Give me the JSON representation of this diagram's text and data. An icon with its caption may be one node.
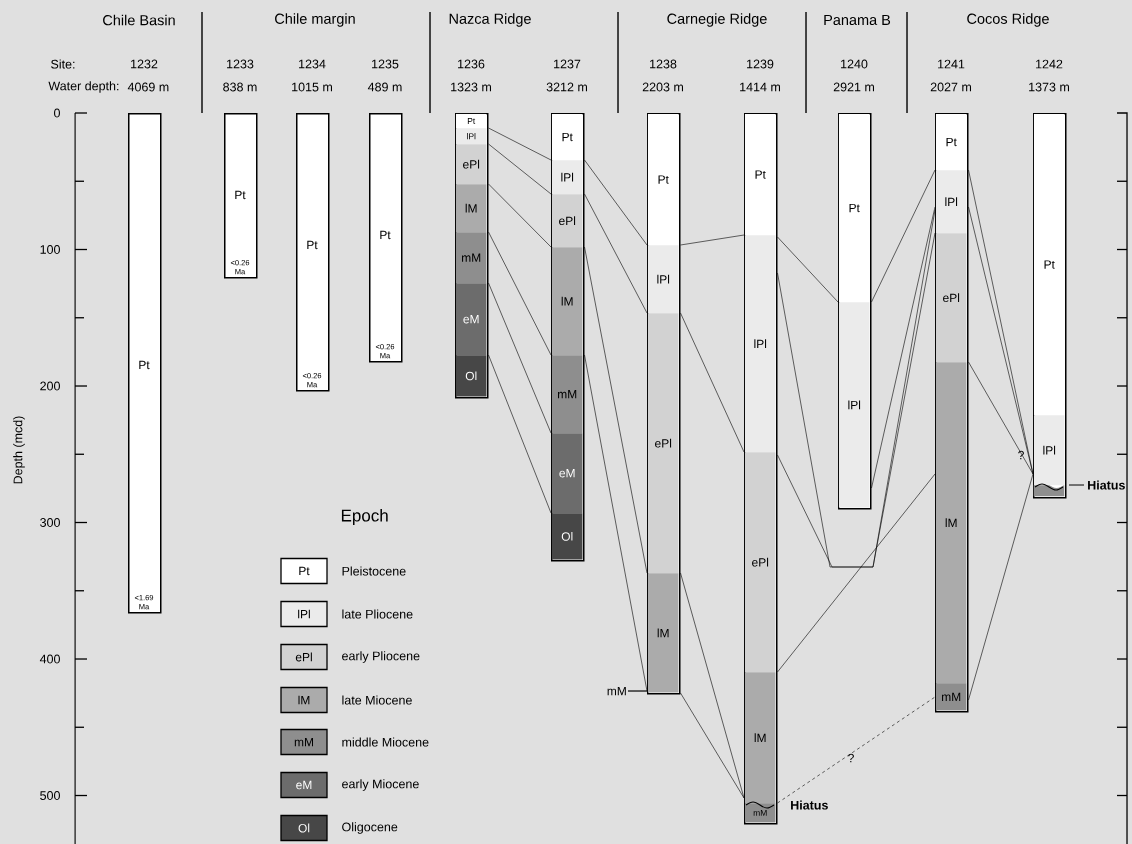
{
  "diagram": {
    "nodes": [
      {
        "text": [
          "Pt",
          "<1.69 Ma"
        ],
        "beside": [
          "1232",
          "4069 m"
        ]
      },
      {
        "text": [
          "Pt",
          "<0.26 Ma"
        ],
        "beside": [
          "1233",
          "838 m"
        ]
      },
      {
        "text": [
          "Pt",
          "<0.26 Ma"
        ],
        "beside": [
          "1234",
          "1015 m"
        ]
      },
      {
        "text": [
          "Pt",
          "<0.26 Ma"
        ],
        "beside": [
          "1235",
          "489 m"
        ]
      },
      {
        "text": [],
        "shape": "bar",
        "beside": [
          "1236",
          "1323 m"
        ]
      },
      {
        "text": [
          "Pt"
        ],
        "in": 4
      },
      {
        "text": [
          "lPl"
        ],
        "in": 4
      },
      {
        "text": [
          "ePl"
        ],
        "in": 4
      },
      {
        "text": [
          "lM"
        ],
        "in": 4
      },
      {
        "text": [
          "mM"
        ],
        "in": 4
      },
      {
        "text": [
          "eM"
        ],
        "in": 4
      },
      {
        "text": [
          "Ol"
        ],
        "in": 4
      },
      {
        "text": [],
        "shape": "bar",
        "beside": [
          "1237",
          "3212 m"
        ]
      },
      {
        "text": [
          "Pt"
        ],
        "in": 12
      },
      {
        "text": [
          "lPl"
        ],
        "in": 12
      },
      {
        "text": [
          "ePl"
        ],
        "in": 12
      },
      {
        "text": [
          "lM"
        ],
        "in": 12
      },
      {
        "text": [
          "mM"
        ],
        "in": 12
      },
      {
        "text": [
          "eM"
        ],
        "in": 12
      },
      {
        "text": [
          "Ol"
        ],
        "in": 12
      },
      {
        "text": [],
        "shape": "bar",
        "beside": [
          "1238",
          "2203 m"
        ]
      },
      {
        "text": [
          "Pt"
        ],
        "in": 20
      },
      {
        "text": [
          "lPl"
        ],
        "in": 20
      },
      {
        "text": [
          "ePl"
        ],
        "in": 20
      },
      {
        "text": [
          "lM"
        ],
        "in": 20
      },
      {
        "text": [],
        "shape": "bar",
        "beside": [
          "1239",
          "1414 m"
        ]
      },
      {
        "text": [
          "Pt"
        ],
        "in": 25
      },
      {
        "text": [
          "lPl"
        ],
        "in": 25
      },
      {
        "text": [
          "ePl"
        ],
        "in": 25
      },
      {
        "text": [
          "lM"
        ],
        "in": 25
      },
      {
        "text": [
          "mM"
        ],
        "in": 25
      },
      {
        "text": [],
        "shape": "bar",
        "beside": [
          "1240",
          "2921 m"
        ]
      },
      {
        "text": [
          "Pt"
        ],
        "in": 31
      },
      {
        "text": [
          "lPl"
        ],
        "in": 31
      },
      {
        "text": [],
        "shape": "bar",
        "beside": [
          "1241",
          "2027 m"
        ]
      },
      {
        "text": [
          "Pt"
        ],
        "in": 34
      },
      {
        "text": [
          "lPl"
        ],
        "in": 34
      },
      {
        "text": [
          "ePl"
        ],
        "in": 34
      },
      {
        "text": [
          "lM"
        ],
        "in": 34
      },
      {
        "text": [
          "mM"
        ],
        "in": 34
      },
      {
        "text": [],
        "shape": "bar",
        "beside": [
          "1242",
          "1373 m"
        ]
      },
      {
        "text": [
          "Pt"
        ],
        "in": 40
      },
      {
        "text": [
          "lPl"
        ],
        "in": 40
      },
      {
        "text": [
          "mM"
        ]
      }
    ],
    "edges": [
      {
        "from": 4,
        "to": 12,
        "arrow": "none"
      },
      {
        "from": 4,
        "to": 12,
        "arrow": "none"
      },
      {
        "from": 4,
        "to": 12,
        "arrow": "none"
      },
      {
        "from": 4,
        "to": 12,
        "arrow": "none"
      },
      {
        "from": 4,
        "to": 12,
        "arrow": "none"
      },
      {
        "from": 4,
        "to": 12,
        "arrow": "none"
      },
      {
        "from": 12,
        "to": 20,
        "arrow": "none"
      },
      {
        "from": 12,
        "to": 20,
        "arrow": "none"
      },
      {
        "from": 12,
        "to": 20,
        "arrow": "none"
      },
      {
        "from": 12,
        "to": 20,
        "arrow": "none"
      },
      {
        "from": 20,
        "to": 25,
        "arrow": "none"
      },
      {
        "from": 20,
        "to": 25,
        "arrow": "none"
      },
      {
        "from": 20,
        "to": 25,
        "arrow": "none"
      },
      {
        "from": 20,
        "to": 25,
        "arrow": "none"
      },
      {
        "from": 25,
        "to": 31,
        "arrow": "none"
      },
      {
        "from": 25,
        "to": 34,
        "arrow": "none"
      },
      {
        "from": 25,
        "to": 34,
        "arrow": "none"
      },
      {
        "from": 25,
        "to": 34,
        "arrow": "none"
      },
      {
        "from": 25,
        "to": 34,
        "arrow": "none",
        "style": "dashed",
        "label": "?"
      },
      {
        "from": 31,
        "to": 34,
        "arrow": "none"
      },
      {
        "from": 31,
        "to": 34,
        "arrow": "none"
      },
      {
        "from": 34,
        "to": 40,
        "arrow": "none"
      },
      {
        "from": 34,
        "to": 40,
        "arrow": "none",
        "label": "?"
      },
      {
        "from": 34,
        "to": 40,
        "arrow": "none"
      },
      {
        "from": 34,
        "to": 40,
        "arrow": "none"
      },
      {
        "from": 43,
        "to": 20,
        "arrow": "none"
      }
    ],
    "labels": [
      "Chile Basin",
      "Chile margin",
      "Nazca Ridge",
      "Carnegie Ridge",
      "Panama B",
      "Cocos Ridge",
      "Site:",
      "Water depth:",
      "0",
      "100",
      "200",
      "300",
      "400",
      "500",
      "Depth (mcd)",
      "Epoch",
      "Pt",
      "lPl",
      "ePl",
      "lM",
      "mM",
      "eM",
      "Ol",
      "Hiatus",
      "Hiatus"
    ],
    "legend": [
      {
        "text": "Pleistocene",
        "color": "#ffffff"
      },
      {
        "text": "late Pliocene",
        "color": "#ebebeb"
      },
      {
        "text": "early Pliocene",
        "color": "#d2d2d2"
      },
      {
        "text": "late Miocene",
        "color": "#ababab"
      },
      {
        "text": "middle Miocene",
        "color": "#8e8e8e"
      },
      {
        "text": "early Miocene",
        "color": "#6c6c6c"
      },
      {
        "text": "Oligocene",
        "color": "#474747"
      }
    ]
  }
}
